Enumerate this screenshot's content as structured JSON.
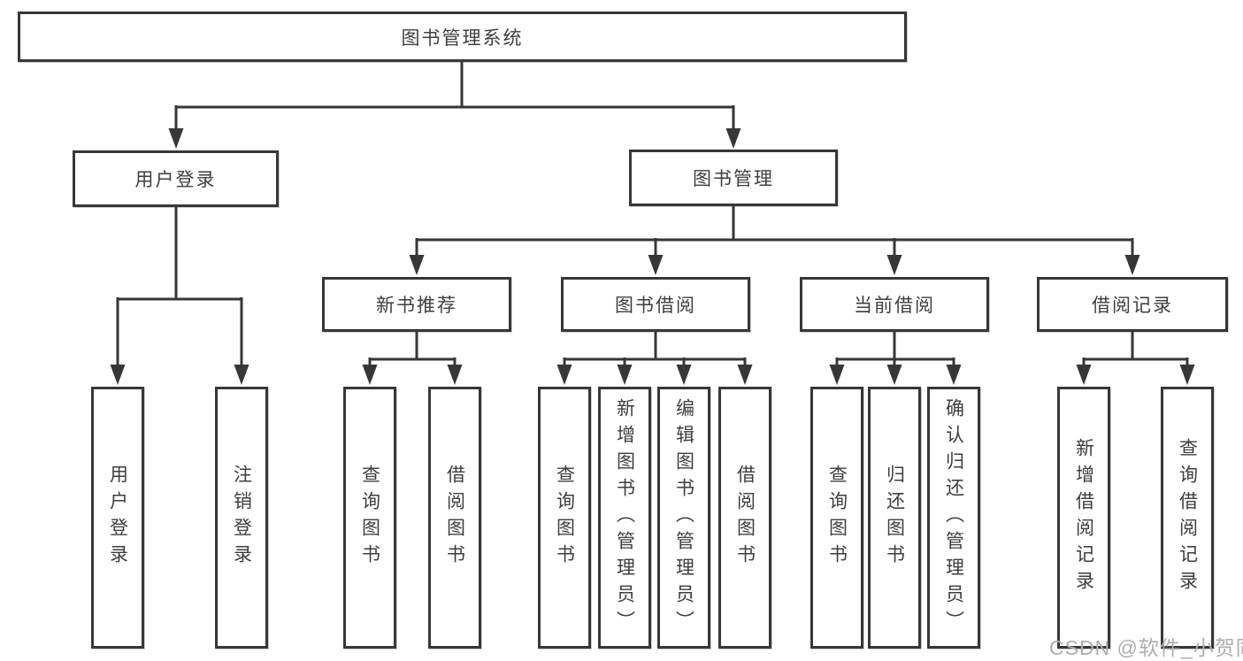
{
  "colors": {
    "line": "#373737",
    "box_border": "#373737",
    "text": "#3e3e3e",
    "watermark": "#aeaeae",
    "background": "#ffffff"
  },
  "watermark": {
    "text": "CSDN @软件_小贺同学"
  },
  "tree": {
    "root": {
      "label": "图书管理系统"
    },
    "level2": [
      {
        "label": "用户登录",
        "children": [
          {
            "label": "用户登录"
          },
          {
            "label": "注销登录"
          }
        ]
      },
      {
        "label": "图书管理",
        "children": [
          {
            "label": "新书推荐",
            "children": [
              {
                "label": "查询图书"
              },
              {
                "label": "借阅图书"
              }
            ]
          },
          {
            "label": "图书借阅",
            "children": [
              {
                "label": "查询图书"
              },
              {
                "label": "新增图书（管理员）"
              },
              {
                "label": "编辑图书（管理员）"
              },
              {
                "label": "借阅图书"
              }
            ]
          },
          {
            "label": "当前借阅",
            "children": [
              {
                "label": "查询图书"
              },
              {
                "label": "归还图书"
              },
              {
                "label": "确认归还（管理员）"
              }
            ]
          },
          {
            "label": "借阅记录",
            "children": [
              {
                "label": "新增借阅记录"
              },
              {
                "label": "查询借阅记录"
              }
            ]
          }
        ]
      }
    ]
  }
}
